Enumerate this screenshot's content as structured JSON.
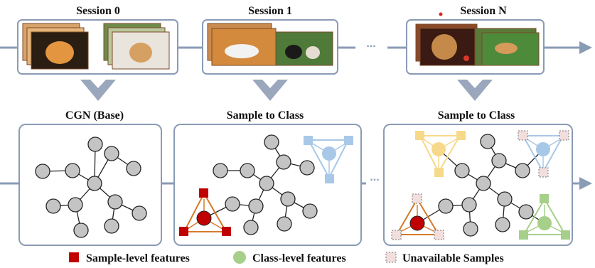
{
  "sessions": [
    {
      "title": "Session 0",
      "thumbnails": [
        "cat-photo",
        "dog-photo"
      ]
    },
    {
      "title": "Session 1",
      "thumbnails": [
        "cat-photo",
        "dogs-photo"
      ]
    },
    {
      "title": "Session N",
      "thumbnails": [
        "cat-photo",
        "dog-photo"
      ]
    }
  ],
  "ellipsis": "...",
  "stages": [
    {
      "title": "CGN (Base)"
    },
    {
      "title": "Sample to Class"
    },
    {
      "title": "Sample to Class"
    }
  ],
  "legend": {
    "sample_label": "Sample-level features",
    "class_label": "Class-level features",
    "unavailable_label": "Unavailable Samples"
  },
  "colors": {
    "node_gray": "#c4c4c4",
    "line_blue": "#8a9bb5",
    "chevron": "#9aa7bd",
    "red": "#c00000",
    "orange": "#d67a2a",
    "blue_light": "#a8c8e8",
    "yellow_light": "#f6d98a",
    "green_light": "#a6d08a",
    "pink_dashed": "#f3dede"
  }
}
